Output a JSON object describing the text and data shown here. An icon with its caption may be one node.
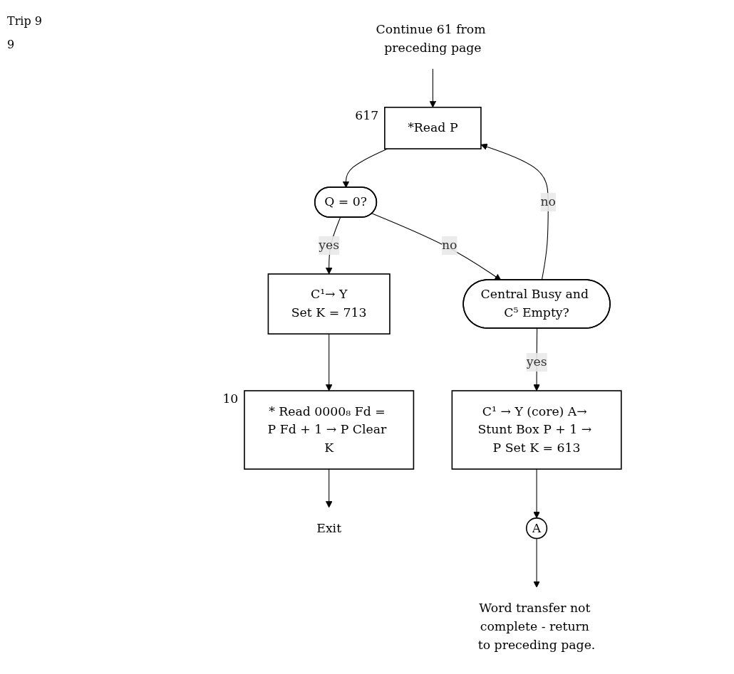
{
  "diagram": {
    "nodes": [
      {
        "text": [
          "Continue 61 from preceding page"
        ]
      },
      {
        "text": [
          "*Read P"
        ],
        "beside": [
          "617"
        ]
      },
      {
        "text": [
          "Q = 0?"
        ]
      },
      {
        "text": [
          "C¹→ Y",
          "Set K = 713"
        ]
      },
      {
        "text": [
          "* Read 0000₈ Fd = P Fd + 1 → P Clear K"
        ],
        "beside": [
          "10"
        ]
      },
      {
        "text": [
          "Exit"
        ]
      },
      {
        "text": [
          "Central Busy and C⁵ Empty?"
        ]
      },
      {
        "text": [
          "C¹ → Y (core) A→ Stunt Box P + 1 → P Set K = 613"
        ]
      },
      {
        "text": [
          "A"
        ]
      },
      {
        "text": [
          "Word transfer not complete - return to preceding page."
        ]
      }
    ],
    "edges": [
      {
        "from": 0,
        "to": 1,
        "arrow": "to"
      },
      {
        "from": 6,
        "to": 1,
        "arrow": "to",
        "label": "no"
      },
      {
        "from": 1,
        "to": 2,
        "arrow": "to"
      },
      {
        "from": 2,
        "to": 3,
        "arrow": "to",
        "label": "yes"
      },
      {
        "from": 2,
        "to": 6,
        "arrow": "to",
        "label": "no"
      },
      {
        "from": 6,
        "to": 7,
        "arrow": "to",
        "label": "yes"
      },
      {
        "from": 3,
        "to": 4,
        "arrow": "to"
      },
      {
        "from": 4,
        "to": 5,
        "arrow": "to"
      },
      {
        "from": 7,
        "to": 8,
        "arrow": "to"
      },
      {
        "from": 8,
        "to": 9,
        "arrow": "to"
      }
    ],
    "labels": [
      "Trip 9",
      "9"
    ]
  }
}
